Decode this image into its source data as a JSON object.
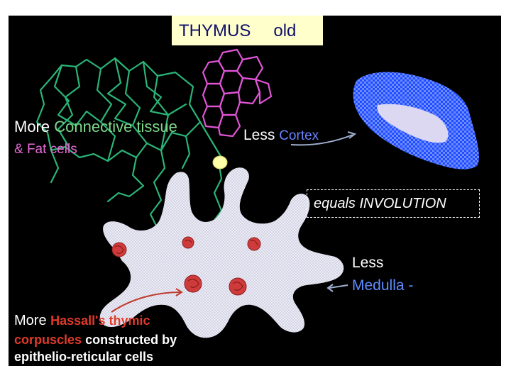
{
  "title": {
    "word": "THYMUS",
    "age": "old"
  },
  "labels": {
    "more1": "More",
    "connective": "Connective tissue",
    "fat": "& Fat cells",
    "less1": "Less",
    "cortex": "Cortex",
    "involution": "equals INVOLUTION",
    "less2": "Less",
    "medulla": "Medulla -",
    "more2": "More",
    "hassall1": "Hassall's thymic",
    "hassall2": "corpuscles",
    "constructed": "constructed by",
    "epithelio": "epithelio-reticular cells"
  },
  "colors": {
    "background": "#000000",
    "title_box": "#ffffcc",
    "connective_fibers": "#2ab577",
    "fat_cells": "#e055d6",
    "cortex": "#2f5cff",
    "medulla": "#e8e8f4",
    "corpuscles": "#cf3b3b"
  }
}
